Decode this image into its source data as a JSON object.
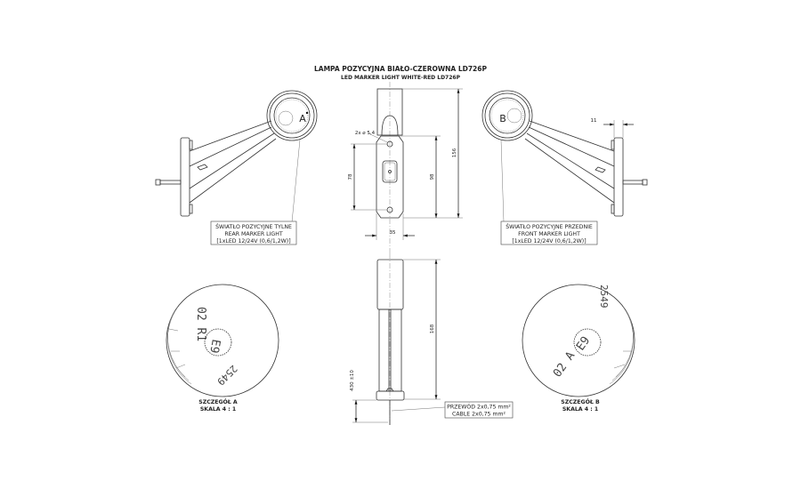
{
  "title": "LAMPA POZYCYJNA BIAŁO-CZEROWNA LD726P",
  "subtitle": "LED MARKER LIGHT WHITE-RED LD726P",
  "rear_label": {
    "line1": "ŚWIATŁO POZYCYJNE TYLNE",
    "line2": "REAR MARKER LIGHT",
    "line3": "[1xLED 12/24V (0,6/1,2W)]"
  },
  "front_label": {
    "line1": "ŚWIATŁO POZYCYJNE PRZEDNIE",
    "line2": "FRONT MARKER LIGHT",
    "line3": "[1xLED 12/24V (0,6/1,2W)]"
  },
  "detail_markers": {
    "a": "A",
    "b": "B"
  },
  "dimensions": {
    "holes": "2x ⌀ 5,4",
    "overall_height": "156",
    "plate_height": "98",
    "hole_spacing": "78",
    "width": "35",
    "arm_length": "168",
    "cable_length": "430 ±10",
    "plate_depth": "11"
  },
  "cable_label": {
    "line1": "PRZEWÓD 2x0,75 mm²",
    "line2": "CABLE 2x0,75 mm²"
  },
  "detail_a": {
    "title": "SZCZEGÓŁ A",
    "scale": "SKALA 4 : 1",
    "marking1": "02 R1",
    "approval": "E9",
    "marking2": "2549"
  },
  "detail_b": {
    "title": "SZCZEGÓŁ B",
    "scale": "SKALA 4 : 1",
    "marking1": "02 A",
    "approval": "E9",
    "marking2": "2549"
  }
}
